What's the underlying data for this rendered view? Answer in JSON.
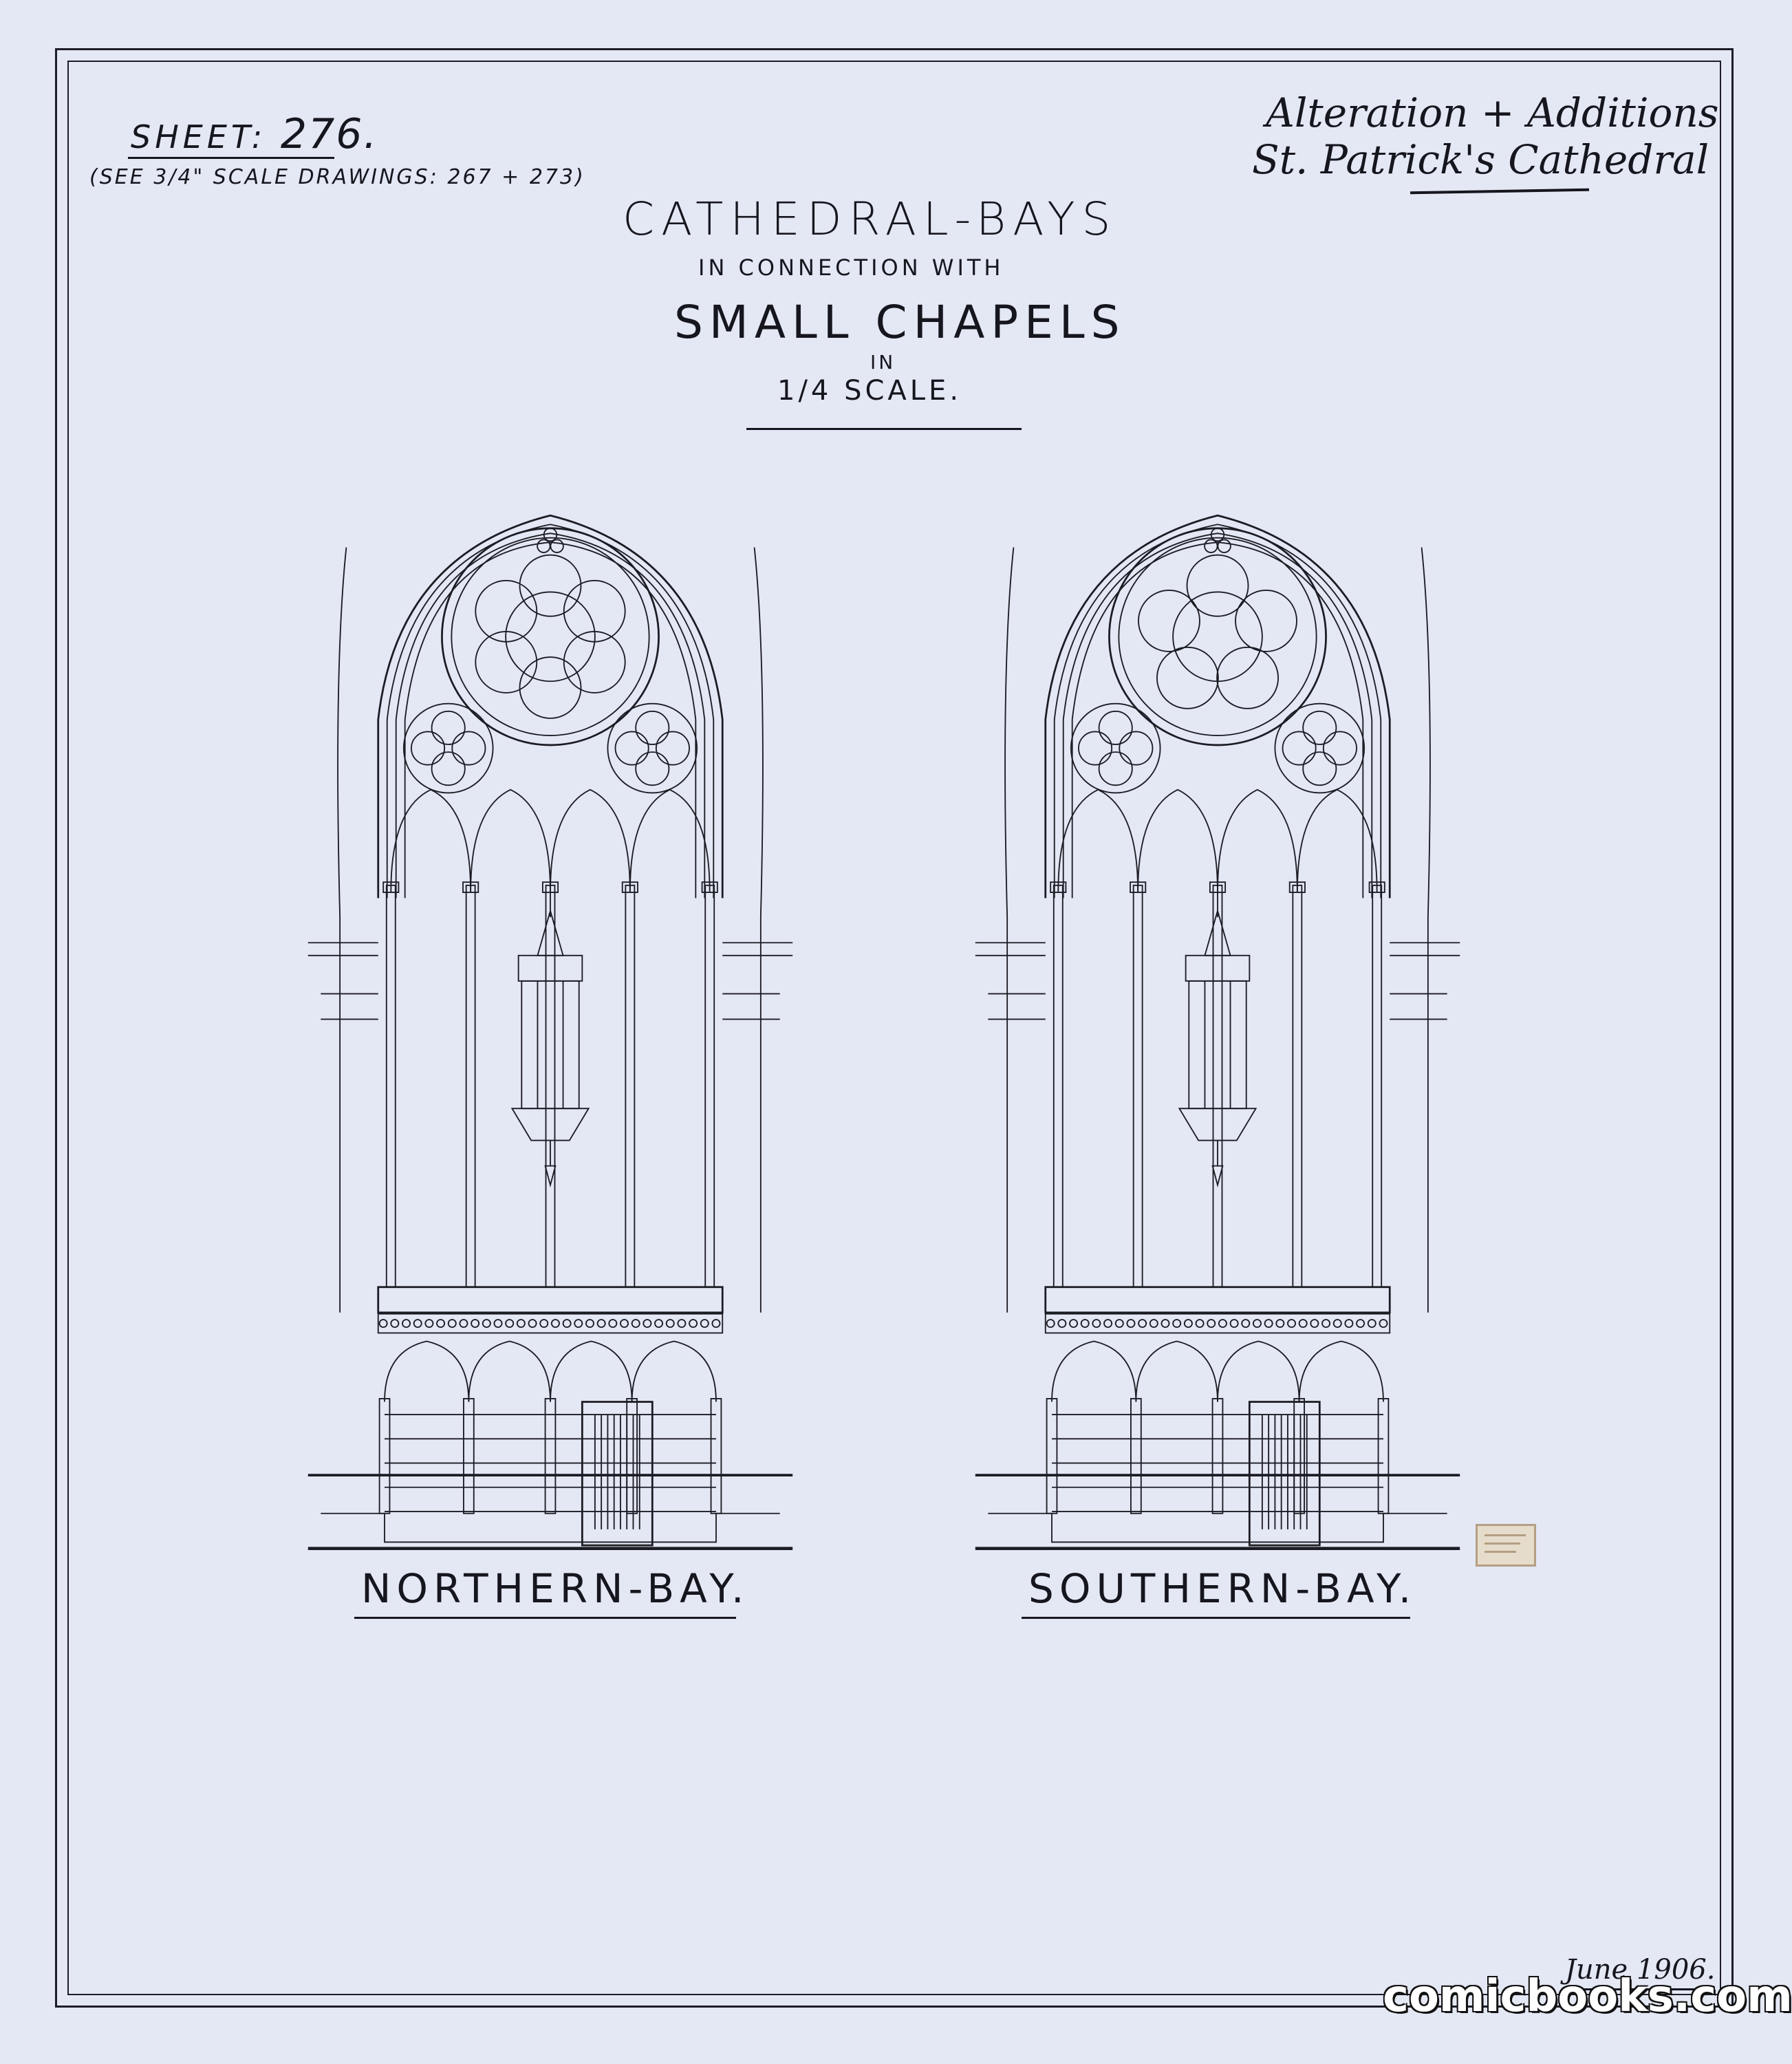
{
  "sheet": {
    "sheet_label": "SHEET:",
    "sheet_number": "276.",
    "scale_note": "(SEE 3/4\" SCALE DRAWINGS: 267 + 273)"
  },
  "header_note": {
    "line1": "Alteration + Additions",
    "line2": "St. Patrick's Cathedral"
  },
  "title": {
    "line1": "CATHEDRAL-BAYS",
    "line2": "IN CONNECTION WITH",
    "line3": "SMALL CHAPELS",
    "line4": "IN",
    "line5": "1/4 SCALE."
  },
  "drawings": [
    {
      "label": "NORTHERN-BAY.",
      "rose": "six-lobed"
    },
    {
      "label": "SOUTHERN-BAY.",
      "rose": "five-lobed"
    }
  ],
  "date": "June 1906.",
  "watermark": "comicbooks.com",
  "colors": {
    "paper": "#e4e7f4",
    "ink": "#1c1c24",
    "stamp": "#b49f84"
  }
}
